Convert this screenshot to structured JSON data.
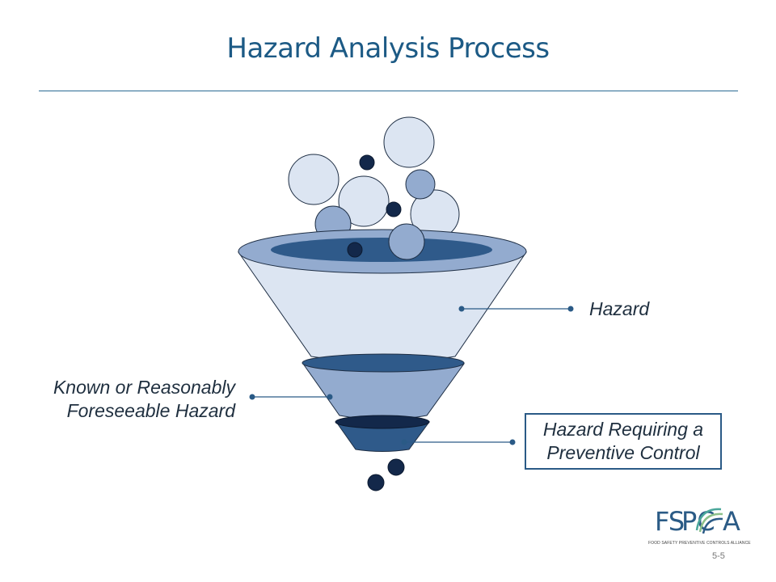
{
  "slide": {
    "title": "Hazard Analysis Process",
    "page_number": "5-5"
  },
  "labels": {
    "hazard": "Hazard",
    "known_line1": "Known or Reasonably",
    "known_line2": "Foreseeable Hazard",
    "requiring_line1": "Hazard Requiring a",
    "requiring_line2": "Preventive Control"
  },
  "logo": {
    "text_fs": "FS",
    "text_pc": "PC",
    "text_a": "A",
    "tagline": "FOOD SAFETY PREVENTIVE CONTROLS ALLIANCE"
  },
  "colors": {
    "title": "#1c5a85",
    "funnel_light": "#dce5f2",
    "funnel_mid": "#93abcf",
    "funnel_dark": "#2f5a8a",
    "dot_navy": "#13284a",
    "connector": "#2a5a86"
  }
}
